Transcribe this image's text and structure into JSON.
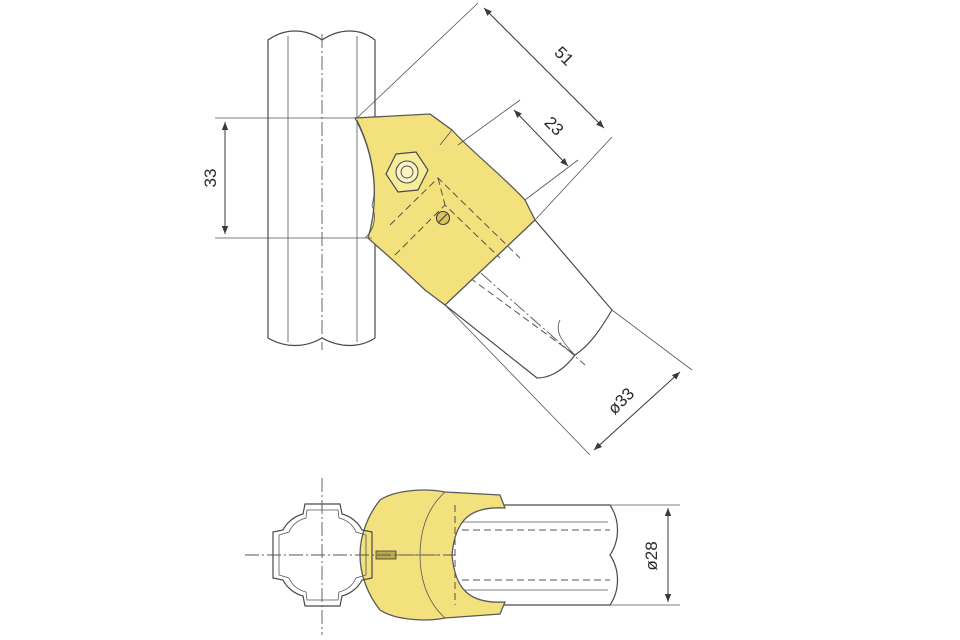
{
  "colors": {
    "joint_fill": "#f2e17c",
    "joint_stroke": "#5a5a5a",
    "pipe_fill": "#eeeeee",
    "pipe_stroke": "#5a5a5a",
    "line": "#4a4a4a"
  },
  "dimensions": {
    "d51": "51",
    "d23": "23",
    "d33": "33",
    "dia33": "ø33",
    "dia28": "ø28"
  }
}
